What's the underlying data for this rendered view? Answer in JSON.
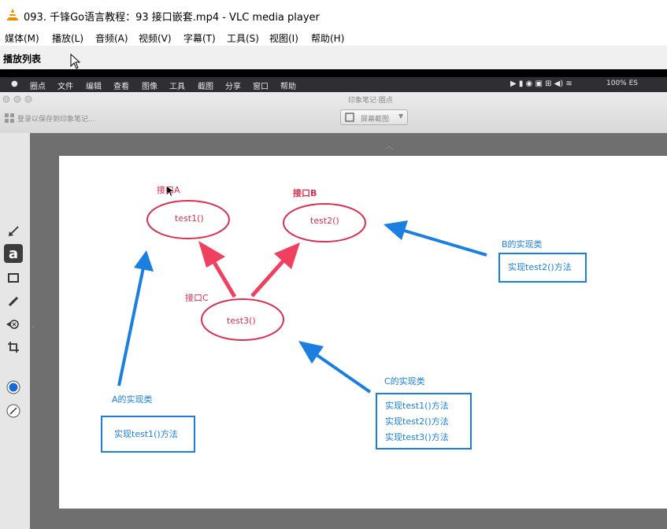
{
  "window": {
    "title": "093. 千锋Go语言教程：93 接口嵌套.mp4 - VLC media player"
  },
  "vlc_menu": [
    "媒体(M)",
    "播放(L)",
    "音频(A)",
    "视频(V)",
    "字幕(T)",
    "工具(S)",
    "视图(I)",
    "帮助(H)"
  ],
  "playlist": {
    "label": "播放列表"
  },
  "mac_menu": [
    "圈点",
    "文件",
    "编辑",
    "查看",
    "图像",
    "工具",
    "截图",
    "分享",
    "窗口",
    "帮助"
  ],
  "mac_status": "100% ES",
  "app": {
    "title": "印象笔记·圈点",
    "login_hint": "登录以保存到印象笔记...",
    "screenshot_label": "屏幕截图"
  },
  "tools": [
    {
      "icon": "arrow-icon"
    },
    {
      "icon": "text-icon",
      "glyph": "a"
    },
    {
      "icon": "rectangle-icon"
    },
    {
      "icon": "pen-icon"
    },
    {
      "icon": "blur-icon"
    },
    {
      "icon": "crop-icon"
    },
    {
      "icon": "color-picker-icon"
    },
    {
      "icon": "stroke-icon"
    }
  ],
  "diagram": {
    "interface_a": {
      "label": "接口A",
      "method": "test1()"
    },
    "interface_b": {
      "label": "接口B",
      "method": "test2()"
    },
    "interface_c": {
      "label": "接口C",
      "method": "test3()"
    },
    "impl_b": {
      "label": "B的实现类",
      "lines": [
        "实现test2()方法"
      ]
    },
    "impl_a": {
      "label": "A的实现类",
      "lines": [
        "实现test1()方法"
      ]
    },
    "impl_c": {
      "label": "C的实现类",
      "lines": [
        "实现test1()方法",
        "实现test2()方法",
        "实现test3()方法"
      ]
    },
    "colors": {
      "red": "#d9304f",
      "blue": "#1a7fe0"
    }
  }
}
